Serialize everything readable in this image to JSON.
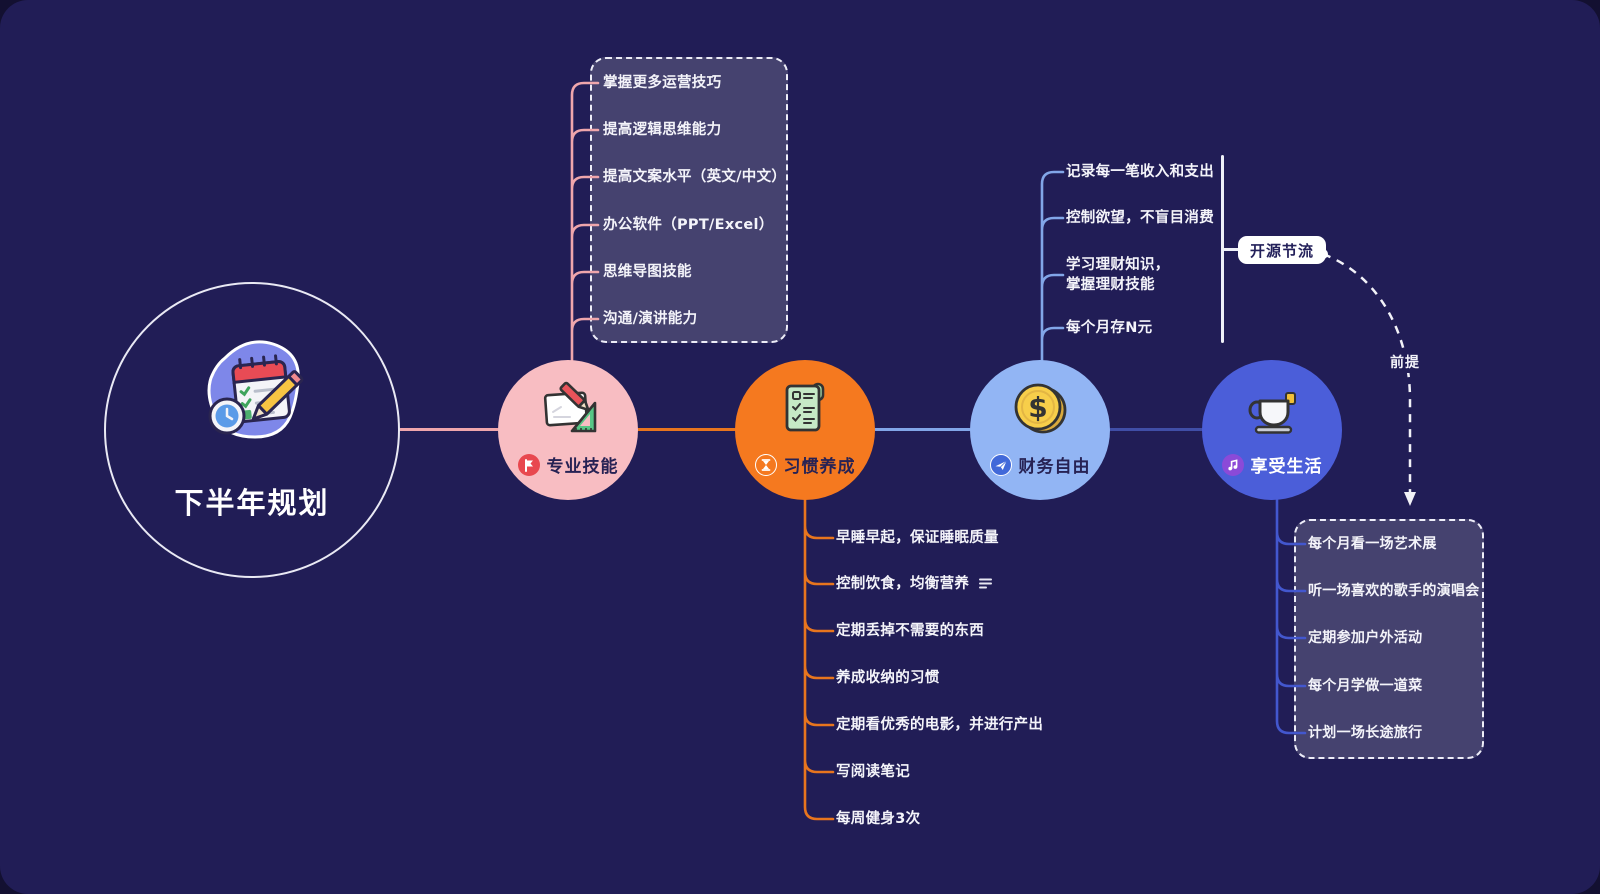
{
  "colors": {
    "canvas_bg": "#211D56",
    "outer_bg": "#131031",
    "boundary_fill": "#45426F",
    "boundary_border": "#EDEDF8",
    "text_light": "#F4F4FA",
    "text_dark": "#272254"
  },
  "root": {
    "title": "下半年规划"
  },
  "branches": [
    {
      "label": "专业技能",
      "circle_color": "#F8BDC2",
      "line_color": "#EFA6AC",
      "badge_color": "#E8484F",
      "badge_icon": "flag-icon",
      "children": [
        {
          "text": "掌握更多运营技巧"
        },
        {
          "text": "提高逻辑思维能力"
        },
        {
          "text": "提高文案水平（英文/中文）"
        },
        {
          "text": "办公软件（PPT/Excel）"
        },
        {
          "text": "思维导图技能"
        },
        {
          "text": "沟通/演讲能力"
        }
      ]
    },
    {
      "label": "习惯养成",
      "circle_color": "#F5791F",
      "line_color": "#E8751E",
      "badge_color": "#FFFFFF",
      "badge_icon": "hourglass-icon",
      "children": [
        {
          "text": "早睡早起，保证睡眠质量"
        },
        {
          "text": "控制饮食，均衡营养",
          "has_note": true
        },
        {
          "text": "定期丢掉不需要的东西"
        },
        {
          "text": "养成收纳的习惯"
        },
        {
          "text": "定期看优秀的电影，并进行产出"
        },
        {
          "text": "写阅读笔记"
        },
        {
          "text": "每周健身3次"
        }
      ]
    },
    {
      "label": "财务自由",
      "circle_color": "#92B5F4",
      "line_color": "#82A6E8",
      "badge_color": "#4169D9",
      "badge_icon": "airplane-icon",
      "children": [
        {
          "text": "记录每一笔收入和支出"
        },
        {
          "text": "控制欲望，不盲目消费"
        },
        {
          "text": "学习理财知识，",
          "text2": "掌握理财技能"
        },
        {
          "text": "每个月存N元"
        }
      ],
      "summary": {
        "label": "开源节流"
      }
    },
    {
      "label": "享受生活",
      "circle_color": "#4B5ED9",
      "line_color": "#4357CE",
      "badge_color": "#8B4AD8",
      "badge_icon": "music-note-icon",
      "children": [
        {
          "text": "每个月看一场艺术展"
        },
        {
          "text": "听一场喜欢的歌手的演唱会"
        },
        {
          "text": "定期参加户外活动"
        },
        {
          "text": "每个月学做一道菜"
        },
        {
          "text": "计划一场长途旅行"
        }
      ]
    }
  ],
  "relationship": {
    "label": "前提"
  }
}
